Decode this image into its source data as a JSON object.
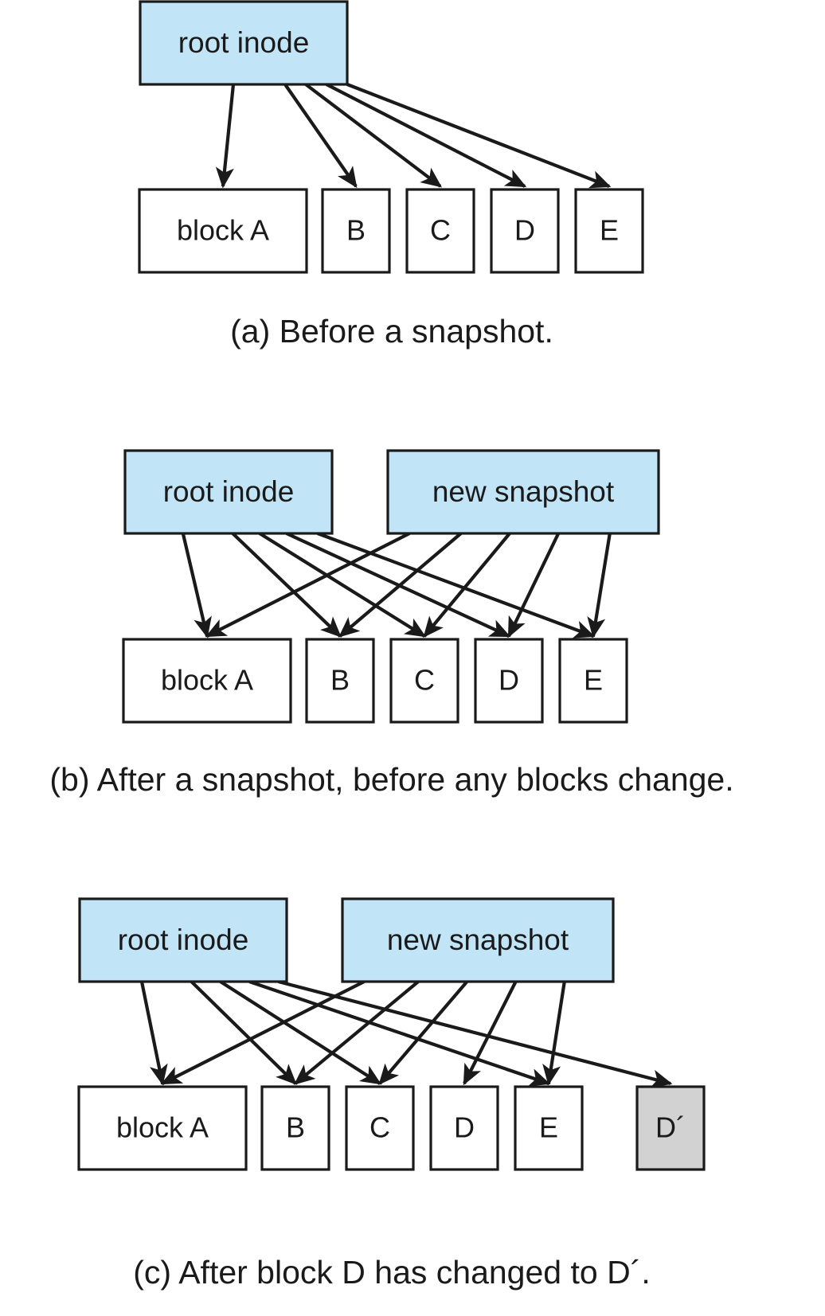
{
  "figure": {
    "title": "Snapshot copy-on-write block diagram",
    "colors": {
      "inode_fill": "#c2e4f7",
      "block_fill": "#ffffff",
      "changed_block_fill": "#d2d2d2",
      "stroke": "#1a1a1a",
      "background": "#ffffff"
    }
  },
  "panels": [
    {
      "id": "a",
      "caption": "(a) Before a snapshot.",
      "roots": [
        {
          "key": "root_inode",
          "label": "root inode",
          "kind": "inode"
        }
      ],
      "blocks": [
        {
          "key": "a",
          "label": "block A",
          "kind": "block"
        },
        {
          "key": "b",
          "label": "B",
          "kind": "block"
        },
        {
          "key": "c",
          "label": "C",
          "kind": "block"
        },
        {
          "key": "d",
          "label": "D",
          "kind": "block"
        },
        {
          "key": "e",
          "label": "E",
          "kind": "block"
        }
      ],
      "edges": [
        {
          "from": "root_inode",
          "to": "a"
        },
        {
          "from": "root_inode",
          "to": "b"
        },
        {
          "from": "root_inode",
          "to": "c"
        },
        {
          "from": "root_inode",
          "to": "d"
        },
        {
          "from": "root_inode",
          "to": "e"
        }
      ]
    },
    {
      "id": "b",
      "caption": "(b) After a snapshot, before any blocks change.",
      "roots": [
        {
          "key": "root_inode",
          "label": "root inode",
          "kind": "inode"
        },
        {
          "key": "new_snapshot",
          "label": "new snapshot",
          "kind": "inode"
        }
      ],
      "blocks": [
        {
          "key": "a",
          "label": "block A",
          "kind": "block"
        },
        {
          "key": "b",
          "label": "B",
          "kind": "block"
        },
        {
          "key": "c",
          "label": "C",
          "kind": "block"
        },
        {
          "key": "d",
          "label": "D",
          "kind": "block"
        },
        {
          "key": "e",
          "label": "E",
          "kind": "block"
        }
      ],
      "edges": [
        {
          "from": "root_inode",
          "to": "a"
        },
        {
          "from": "root_inode",
          "to": "b"
        },
        {
          "from": "root_inode",
          "to": "c"
        },
        {
          "from": "root_inode",
          "to": "d"
        },
        {
          "from": "root_inode",
          "to": "e"
        },
        {
          "from": "new_snapshot",
          "to": "a"
        },
        {
          "from": "new_snapshot",
          "to": "b"
        },
        {
          "from": "new_snapshot",
          "to": "c"
        },
        {
          "from": "new_snapshot",
          "to": "d"
        },
        {
          "from": "new_snapshot",
          "to": "e"
        }
      ]
    },
    {
      "id": "c",
      "caption": "(c) After block D has changed to D´.",
      "roots": [
        {
          "key": "root_inode",
          "label": "root inode",
          "kind": "inode"
        },
        {
          "key": "new_snapshot",
          "label": "new snapshot",
          "kind": "inode"
        }
      ],
      "blocks": [
        {
          "key": "a",
          "label": "block A",
          "kind": "block"
        },
        {
          "key": "b",
          "label": "B",
          "kind": "block"
        },
        {
          "key": "c",
          "label": "C",
          "kind": "block"
        },
        {
          "key": "d",
          "label": "D",
          "kind": "block"
        },
        {
          "key": "e",
          "label": "E",
          "kind": "block"
        },
        {
          "key": "dprime",
          "label": "D´",
          "kind": "changed"
        }
      ],
      "edges": [
        {
          "from": "root_inode",
          "to": "a"
        },
        {
          "from": "root_inode",
          "to": "b"
        },
        {
          "from": "root_inode",
          "to": "c"
        },
        {
          "from": "root_inode",
          "to": "e"
        },
        {
          "from": "root_inode",
          "to": "dprime"
        },
        {
          "from": "new_snapshot",
          "to": "a"
        },
        {
          "from": "new_snapshot",
          "to": "b"
        },
        {
          "from": "new_snapshot",
          "to": "c"
        },
        {
          "from": "new_snapshot",
          "to": "d"
        },
        {
          "from": "new_snapshot",
          "to": "e"
        }
      ]
    }
  ]
}
